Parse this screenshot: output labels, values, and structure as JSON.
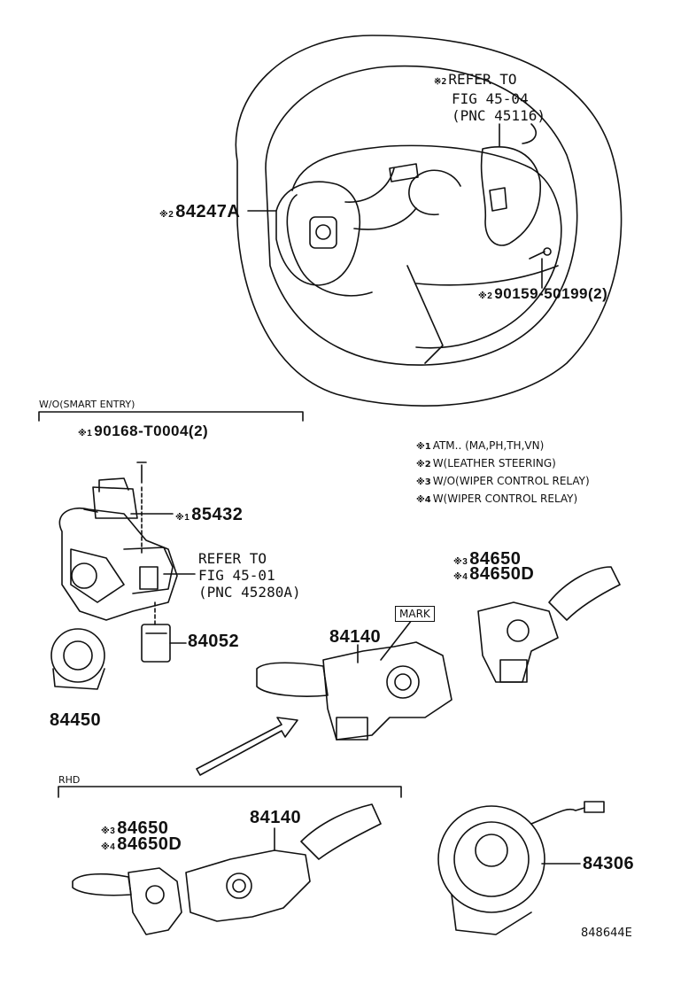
{
  "steering": {
    "ref": {
      "mark": "※2",
      "line1": "REFER TO",
      "line2": "FIG 45-04",
      "line3": "(PNC 45116)"
    },
    "pad_part": {
      "mark": "※2",
      "pn": "84247A"
    },
    "screw_part": {
      "mark": "※2",
      "pn": "90159-50199(2)"
    }
  },
  "smart_entry": {
    "group_label": "W/O(SMART ENTRY)",
    "screw": {
      "mark": "※1",
      "pn": "90168-T0004(2)"
    },
    "lock": {
      "mark": "※1",
      "pn": "85432"
    },
    "ref": {
      "line1": "REFER TO",
      "line2": "FIG 45-01",
      "line3": "(PNC 45280A)"
    },
    "switch_pn": "84052",
    "ignition_pn": "84450"
  },
  "legend": [
    {
      "mark": "※1",
      "text": "ATM.. (MA,PH,TH,VN)"
    },
    {
      "mark": "※2",
      "text": "W(LEATHER STEERING)"
    },
    {
      "mark": "※3",
      "text": "W/O(WIPER CONTROL RELAY)"
    },
    {
      "mark": "※4",
      "text": "W(WIPER CONTROL RELAY)"
    }
  ],
  "combo": {
    "wiper_pn_a": {
      "mark": "※3",
      "pn": "84650"
    },
    "wiper_pn_b": {
      "mark": "※4",
      "pn": "84650D"
    },
    "main_pn": "84140",
    "mark_label": "MARK"
  },
  "rhd": {
    "group_label": "RHD",
    "wiper_pn_a": {
      "mark": "※3",
      "pn": "84650"
    },
    "wiper_pn_b": {
      "mark": "※4",
      "pn": "84650D"
    },
    "main_pn": "84140"
  },
  "spiral_pn": "84306",
  "figure_id": "848644E"
}
